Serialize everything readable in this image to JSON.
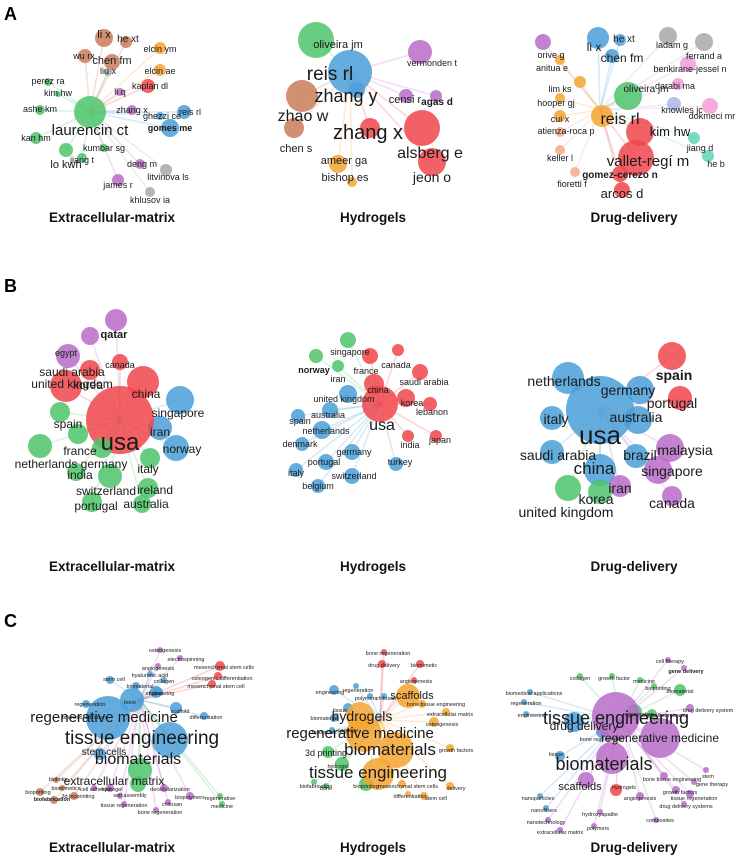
{
  "panel_letters": {
    "a": "A",
    "b": "B",
    "c": "C"
  },
  "captions": {
    "extracellular_matrix": "Extracellular-matrix",
    "hydrogels": "Hydrogels",
    "drug_delivery": "Drug-delivery"
  },
  "colors": {
    "red": "#f0454a",
    "blue": "#4a9fd8",
    "green": "#4ec46a",
    "purple": "#b86cc8",
    "brown": "#c97b5a",
    "orange": "#f5a531",
    "gray": "#a8a8a8",
    "teal": "#5fd3b8",
    "pink": "#f29bd6",
    "lightblue": "#a9b8e8",
    "salmon": "#f6a88e",
    "lightgreen": "#8ad37a"
  },
  "panel_a": {
    "extracellular_matrix": [
      "li x",
      "he xt",
      "wu rx",
      "chen fm",
      "liu x",
      "elcin ym",
      "elcin ae",
      "kaplan dl",
      "perez ra",
      "kim hw",
      "ashe km",
      "li q",
      "zhang x",
      "ghezzi ce",
      "reis rl",
      "laurencin ct",
      "gomes me",
      "kan hm",
      "lo kwh",
      "jiang t",
      "kumbar sg",
      "deng m",
      "litvinova ls",
      "james r",
      "khlusov ia"
    ],
    "hydrogels": [
      "oliveira jm",
      "reis rl",
      "vermonden t",
      "zhang y",
      "censi r",
      "agas d",
      "zhao w",
      "zhang x",
      "chen s",
      "alsberg e",
      "ameer ga",
      "bishop es",
      "jeon o"
    ],
    "drug_delivery": [
      "orive g",
      "anitua e",
      "li x",
      "he xt",
      "chen fm",
      "ladam g",
      "ferrand a",
      "benkirane-jessel n",
      "darabi ma",
      "lim ks",
      "hooper gj",
      "oliveira jm",
      "knowles jc",
      "dokmeci mr",
      "cui x",
      "reis rl",
      "atienza-roca p",
      "kim hw",
      "jiang d",
      "keller l",
      "vallet-regí m",
      "he b",
      "gomez-cerezo n",
      "fioretti f",
      "arcos d"
    ]
  },
  "panel_b": {
    "extracellular_matrix": [
      "qatar",
      "egypt",
      "canada",
      "saudi arabia",
      "korea",
      "china",
      "united kingdom",
      "singapore",
      "spain",
      "iran",
      "usa",
      "france",
      "norway",
      "netherlands",
      "germany",
      "italy",
      "india",
      "ireland",
      "switzerland",
      "australia",
      "portugal"
    ],
    "hydrogels": [
      "singapore",
      "norway",
      "france",
      "iran",
      "canada",
      "saudi arabia",
      "china",
      "korea",
      "united kingdom",
      "lebanon",
      "australia",
      "spain",
      "netherlands",
      "usa",
      "india",
      "japan",
      "denmark",
      "germany",
      "turkey",
      "portugal",
      "italy",
      "switzerland",
      "belgium"
    ],
    "drug_delivery": [
      "netherlands",
      "spain",
      "germany",
      "portugal",
      "italy",
      "australia",
      "usa",
      "malaysia",
      "saudi arabia",
      "brazil",
      "china",
      "singapore",
      "iran",
      "korea",
      "canada",
      "united kingdom"
    ]
  },
  "panel_c": {
    "extracellular_matrix": [
      "osteogenesis",
      "electrospinning",
      "angiogenesis",
      "mesenchymal stem cells",
      "hyaluronic acid",
      "collagen",
      "osteogenic differentiation",
      "mesenchymal stem cell",
      "stem cell",
      "biomaterial",
      "tissue",
      "bone",
      "engineering",
      "scaffold",
      "regeneration",
      "bifunctionalization",
      "differentiation",
      "regenerative medicine",
      "tissue engineering",
      "stem cells",
      "biomaterials",
      "extracellular matrix",
      "bioprinting",
      "biofabrication",
      "3d bioprinting",
      "biomimetics",
      "biolinks",
      "hydrogel",
      "cell adhesion",
      "self assembly",
      "decellularization",
      "biopolymers",
      "tissue regeneration",
      "chitosan",
      "regenerative",
      "medicine",
      "bone regeneration"
    ],
    "hydrogels": [
      "bone regeneration",
      "drug delivery",
      "biomimetic",
      "angiogenesis",
      "engineering",
      "regeneration",
      "polymers",
      "chitosan",
      "scaffolds",
      "bone tissue engineering",
      "extracellular matrix",
      "tissue",
      "biomaterial",
      "hydrogels",
      "osteogenesis",
      "cartilage",
      "hyaluronic acid",
      "regenerative medicine",
      "biomaterials",
      "3d printing",
      "hydrogel",
      "bioprinting",
      "tissue engineering",
      "stem cell",
      "growth factors",
      "biofabrication",
      "bone",
      "delivery",
      "mesenchymal stem cells",
      "differentiation"
    ],
    "drug_delivery": [
      "cell therapy",
      "gene delivery",
      "collagen",
      "growth factor",
      "medicine",
      "bioprinting",
      "biomaterial",
      "biomedical applications",
      "regeneration",
      "engineering",
      "regenerative",
      "controlled release",
      "drug delivery",
      "bone regeneration",
      "drug delivery system",
      "tissue engineering",
      "regenerative medicine",
      "biomaterials",
      "scaffolds",
      "hydrogels",
      "bone tissue engineering",
      "growth factors",
      "angiogenesis",
      "tissue regeneration",
      "gene therapy",
      "stem",
      "drug delivery systems",
      "nanoparticles",
      "nanofibers",
      "hydroxyapatite",
      "nanotechnology",
      "extracellular matrix",
      "polymers",
      "composites",
      "tissue"
    ]
  }
}
